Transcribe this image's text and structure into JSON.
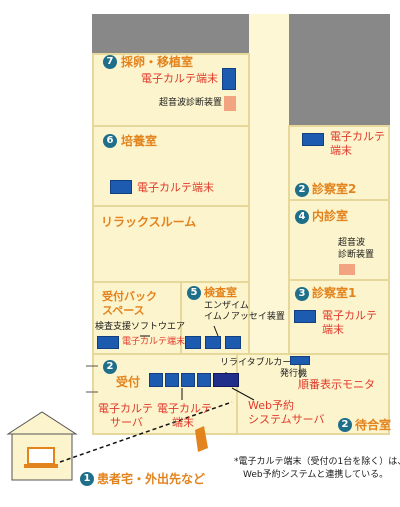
{
  "colors": {
    "room": "#fcf4cc",
    "wall": "#888888",
    "room_border": "#e6d79a",
    "corridor": "#fdf7d5",
    "orange_label": "#e2831d",
    "red_label": "#e03a2c",
    "terminal": "#1d5bb0",
    "pink_device": "#f2a37f",
    "badge": "#1f6f8b"
  },
  "rooms": {
    "r7": {
      "num": "7",
      "name": "採卵・移植室",
      "terminal": "電子カルテ端末",
      "device": "超音波診断装置"
    },
    "r6": {
      "num": "6",
      "name": "培養室",
      "terminal": "電子カルテ端末"
    },
    "relax": {
      "name": "リラックスルーム"
    },
    "back": {
      "name_line1": "受付バック",
      "name_line2": "スペース",
      "software": "検査支援ソフトウエア",
      "terminal": "電子カルテ端末"
    },
    "r5": {
      "num": "5",
      "name": "検査室",
      "device_line1": "エンザイム",
      "device_line2": "イムノアッセイ装置"
    },
    "r2s": {
      "num": "2",
      "name": "診察室2",
      "terminal_line1": "電子カルテ",
      "terminal_line2": "端末"
    },
    "r4": {
      "num": "4",
      "name": "内診室",
      "device_line1": "超音波",
      "device_line2": "診断装置"
    },
    "r3": {
      "num": "3",
      "name": "診察室1",
      "terminal_line1": "電子カルテ",
      "terminal_line2": "端末"
    },
    "reception": {
      "num": "2",
      "name": "受付",
      "card_line1": "リライタブルカード",
      "card_line2": "発行機"
    },
    "server_ek": {
      "line1": "電子カルテ",
      "line2": "サーバ"
    },
    "terminal_ek": {
      "line1": "電子カルテ",
      "line2": "端末"
    },
    "web": {
      "line1": "Web予約",
      "line2": "システムサーバ"
    },
    "monitor": {
      "name": "順番表示モニタ"
    },
    "waiting": {
      "num": "2",
      "name": "待合室"
    },
    "home": {
      "num": "1",
      "name": "患者宅・外出先など"
    }
  },
  "note": {
    "line1": "*電子カルテ端末（受付の1台を除く）は、",
    "line2": "Web予約システムと連携している。"
  }
}
